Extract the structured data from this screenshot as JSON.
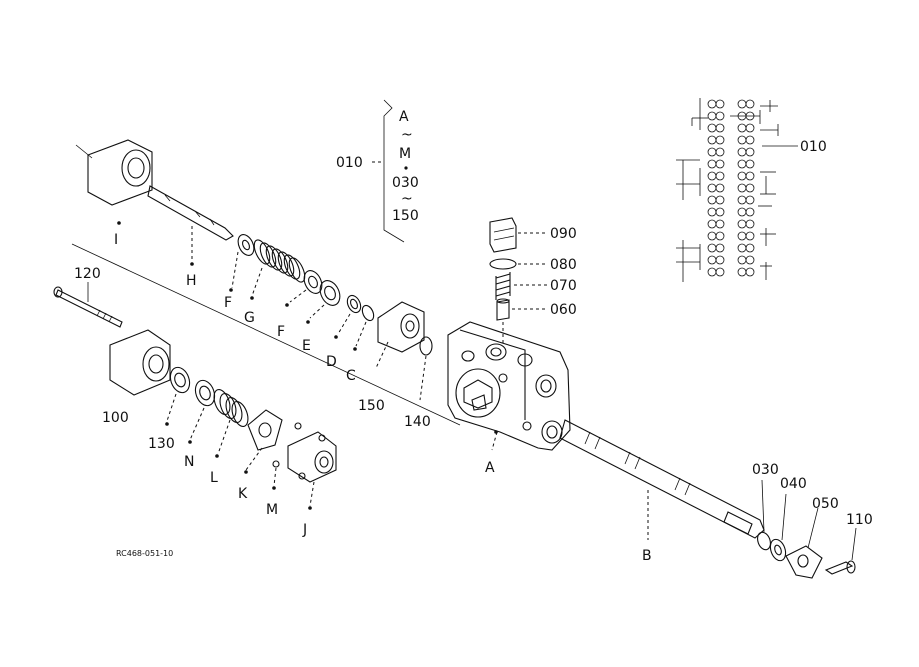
{
  "labels": {
    "callout_010": "010",
    "range": [
      "A",
      "~",
      "M",
      "030",
      "~",
      "150"
    ],
    "callout_090": "090",
    "callout_080": "080",
    "callout_070": "070",
    "callout_060": "060",
    "inset_010": "010",
    "I": "I",
    "H": "H",
    "F1": "F",
    "G": "G",
    "F2": "F",
    "E": "E",
    "D": "D",
    "C": "C",
    "lbl_150": "150",
    "lbl_140": "140",
    "A": "A",
    "lbl_120": "120",
    "lbl_100": "100",
    "lbl_130": "130",
    "N": "N",
    "L": "L",
    "K": "K",
    "M": "M",
    "J": "J",
    "B": "B",
    "lbl_030": "030",
    "lbl_040": "040",
    "lbl_050": "050",
    "lbl_110": "110",
    "drawing_code": "RC468-051-10"
  }
}
